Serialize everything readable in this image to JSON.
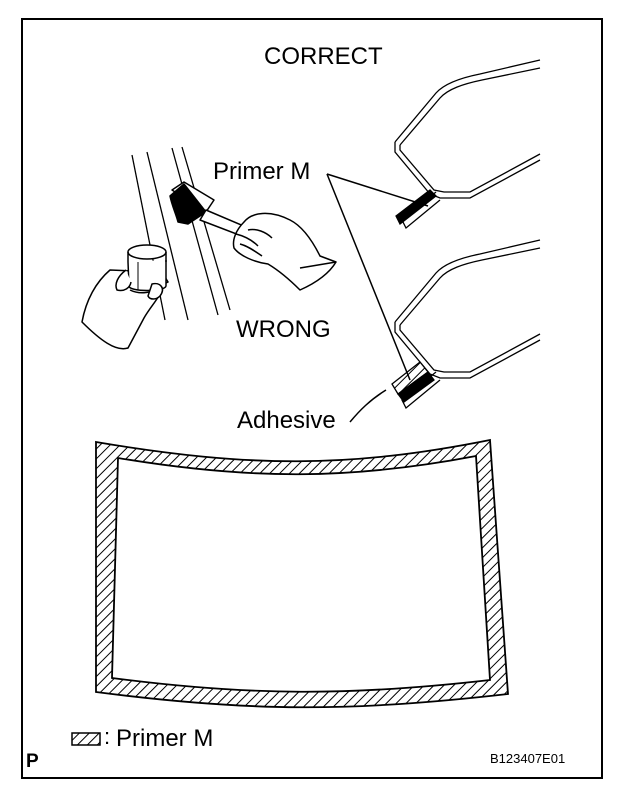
{
  "labels": {
    "correct": "CORRECT",
    "wrong": "WRONG",
    "primer_callout": "Primer M",
    "adhesive_callout": "Adhesive"
  },
  "legend": {
    "separator": ":",
    "label": "Primer M"
  },
  "footer": {
    "corner_letter": "P",
    "figure_code": "B123407E01"
  },
  "icons": {
    "brush": "brush-in-hand-icon",
    "cup": "primer-cup-in-hand-icon",
    "legend_swatch": "hatched-swatch-icon"
  },
  "colors": {
    "line": "#000000",
    "background": "#ffffff"
  }
}
